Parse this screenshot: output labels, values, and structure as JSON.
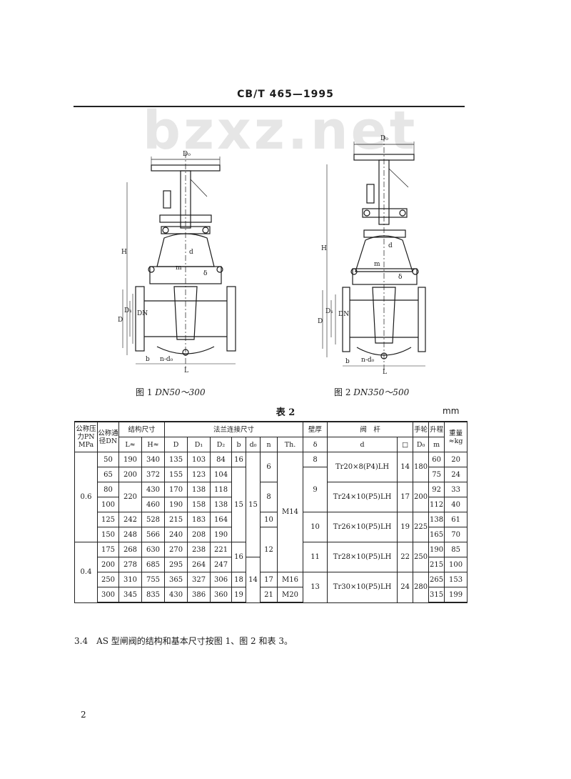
{
  "header": {
    "code": "CB/T 465—1995"
  },
  "watermark": "bzxz.net",
  "fig1": {
    "caption_prefix": "图 1",
    "caption_range": "DN50～300",
    "labels": {
      "D0": "D₀",
      "H": "H",
      "d": "d",
      "m": "m",
      "delta": "δ",
      "D": "D",
      "D1": "D₁",
      "DN": "DN",
      "b": "b",
      "n_d0": "n-d₀",
      "L": "L"
    }
  },
  "fig2": {
    "caption_prefix": "图 2",
    "caption_range": "DN350～500",
    "labels": {
      "D0": "D₀",
      "H": "H",
      "d": "d",
      "m": "m",
      "delta": "δ",
      "D": "D",
      "D1": "D₁",
      "DN": "DN",
      "b": "b",
      "n_d0": "n-d₀",
      "L": "L"
    }
  },
  "table": {
    "title": "表 2",
    "unit": "mm",
    "headers": {
      "pn": "公称压力PN MPa",
      "dn": "公称通径DN",
      "struct": "结构尺寸",
      "flange": "法兰连接尺寸",
      "wall": "壁厚",
      "stem": "阀　杆",
      "hand": "手轮",
      "lift": "升程",
      "weight": "重量",
      "L": "L≈",
      "H": "H≈",
      "D": "D",
      "D1": "D₁",
      "D2": "D₂",
      "b": "b",
      "d0": "d₀",
      "n": "n",
      "Th": "Th.",
      "delta": "δ",
      "d": "d",
      "sq": "□",
      "Dc": "D₀",
      "m": "m",
      "kg": "≈kg"
    },
    "pn": {
      "p1": "0.6",
      "p2": "0.4"
    },
    "rows": [
      {
        "dn": "50",
        "L": "190",
        "H": "340",
        "D": "135",
        "D1": "103",
        "D2": "84",
        "m": "60",
        "w": "20"
      },
      {
        "dn": "65",
        "L": "200",
        "H": "372",
        "D": "155",
        "D1": "123",
        "D2": "104",
        "m": "75",
        "w": "24"
      },
      {
        "dn": "80",
        "L": "",
        "H": "430",
        "D": "170",
        "D1": "138",
        "D2": "118",
        "m": "92",
        "w": "33"
      },
      {
        "dn": "100",
        "L": "",
        "H": "460",
        "D": "190",
        "D1": "158",
        "D2": "138",
        "m": "112",
        "w": "40"
      },
      {
        "dn": "125",
        "L": "242",
        "H": "528",
        "D": "215",
        "D1": "183",
        "D2": "164",
        "m": "138",
        "w": "61"
      },
      {
        "dn": "150",
        "L": "248",
        "H": "566",
        "D": "240",
        "D1": "208",
        "D2": "190",
        "m": "165",
        "w": "70"
      },
      {
        "dn": "175",
        "L": "268",
        "H": "630",
        "D": "270",
        "D1": "238",
        "D2": "221",
        "m": "190",
        "w": "85"
      },
      {
        "dn": "200",
        "L": "278",
        "H": "685",
        "D": "295",
        "D1": "264",
        "D2": "247",
        "m": "215",
        "w": "100"
      },
      {
        "dn": "250",
        "L": "310",
        "H": "755",
        "D": "365",
        "D1": "327",
        "D2": "306",
        "m": "265",
        "w": "153"
      },
      {
        "dn": "300",
        "L": "345",
        "H": "835",
        "D": "430",
        "D1": "386",
        "D2": "360",
        "m": "315",
        "w": "199"
      }
    ],
    "merged": {
      "L_80_100": "220",
      "b_16a": "16",
      "b_15": "15",
      "b_16b": "16",
      "b_18": "18",
      "b_19": "19",
      "d0_15": "15",
      "d0_17": "17",
      "d0_14": "14",
      "d0_21": "21",
      "n_6": "6",
      "n_8": "8",
      "n_10": "10",
      "n_12": "12",
      "th_m14": "M14",
      "th_m16": "M16",
      "th_m20": "M20",
      "wall_8": "8",
      "wall_9": "9",
      "wall_10": "10",
      "wall_11": "11",
      "wall_13": "13",
      "stem1": "Tr20×8(P4)LH",
      "stem2": "Tr24×10(P5)LH",
      "stem3": "Tr26×10(P5)LH",
      "stem4": "Tr28×10(P5)LH",
      "stem5": "Tr30×10(P5)LH",
      "sq1": "14",
      "sq2": "17",
      "sq3": "19",
      "sq4": "22",
      "sq5": "24",
      "dc1": "180",
      "dc2": "200",
      "dc3": "225",
      "dc4": "250",
      "dc5": "280"
    }
  },
  "note": "3.4　AS 型闸阀的结构和基本尺寸按图 1、图 2 和表 3。",
  "page_number": "2"
}
